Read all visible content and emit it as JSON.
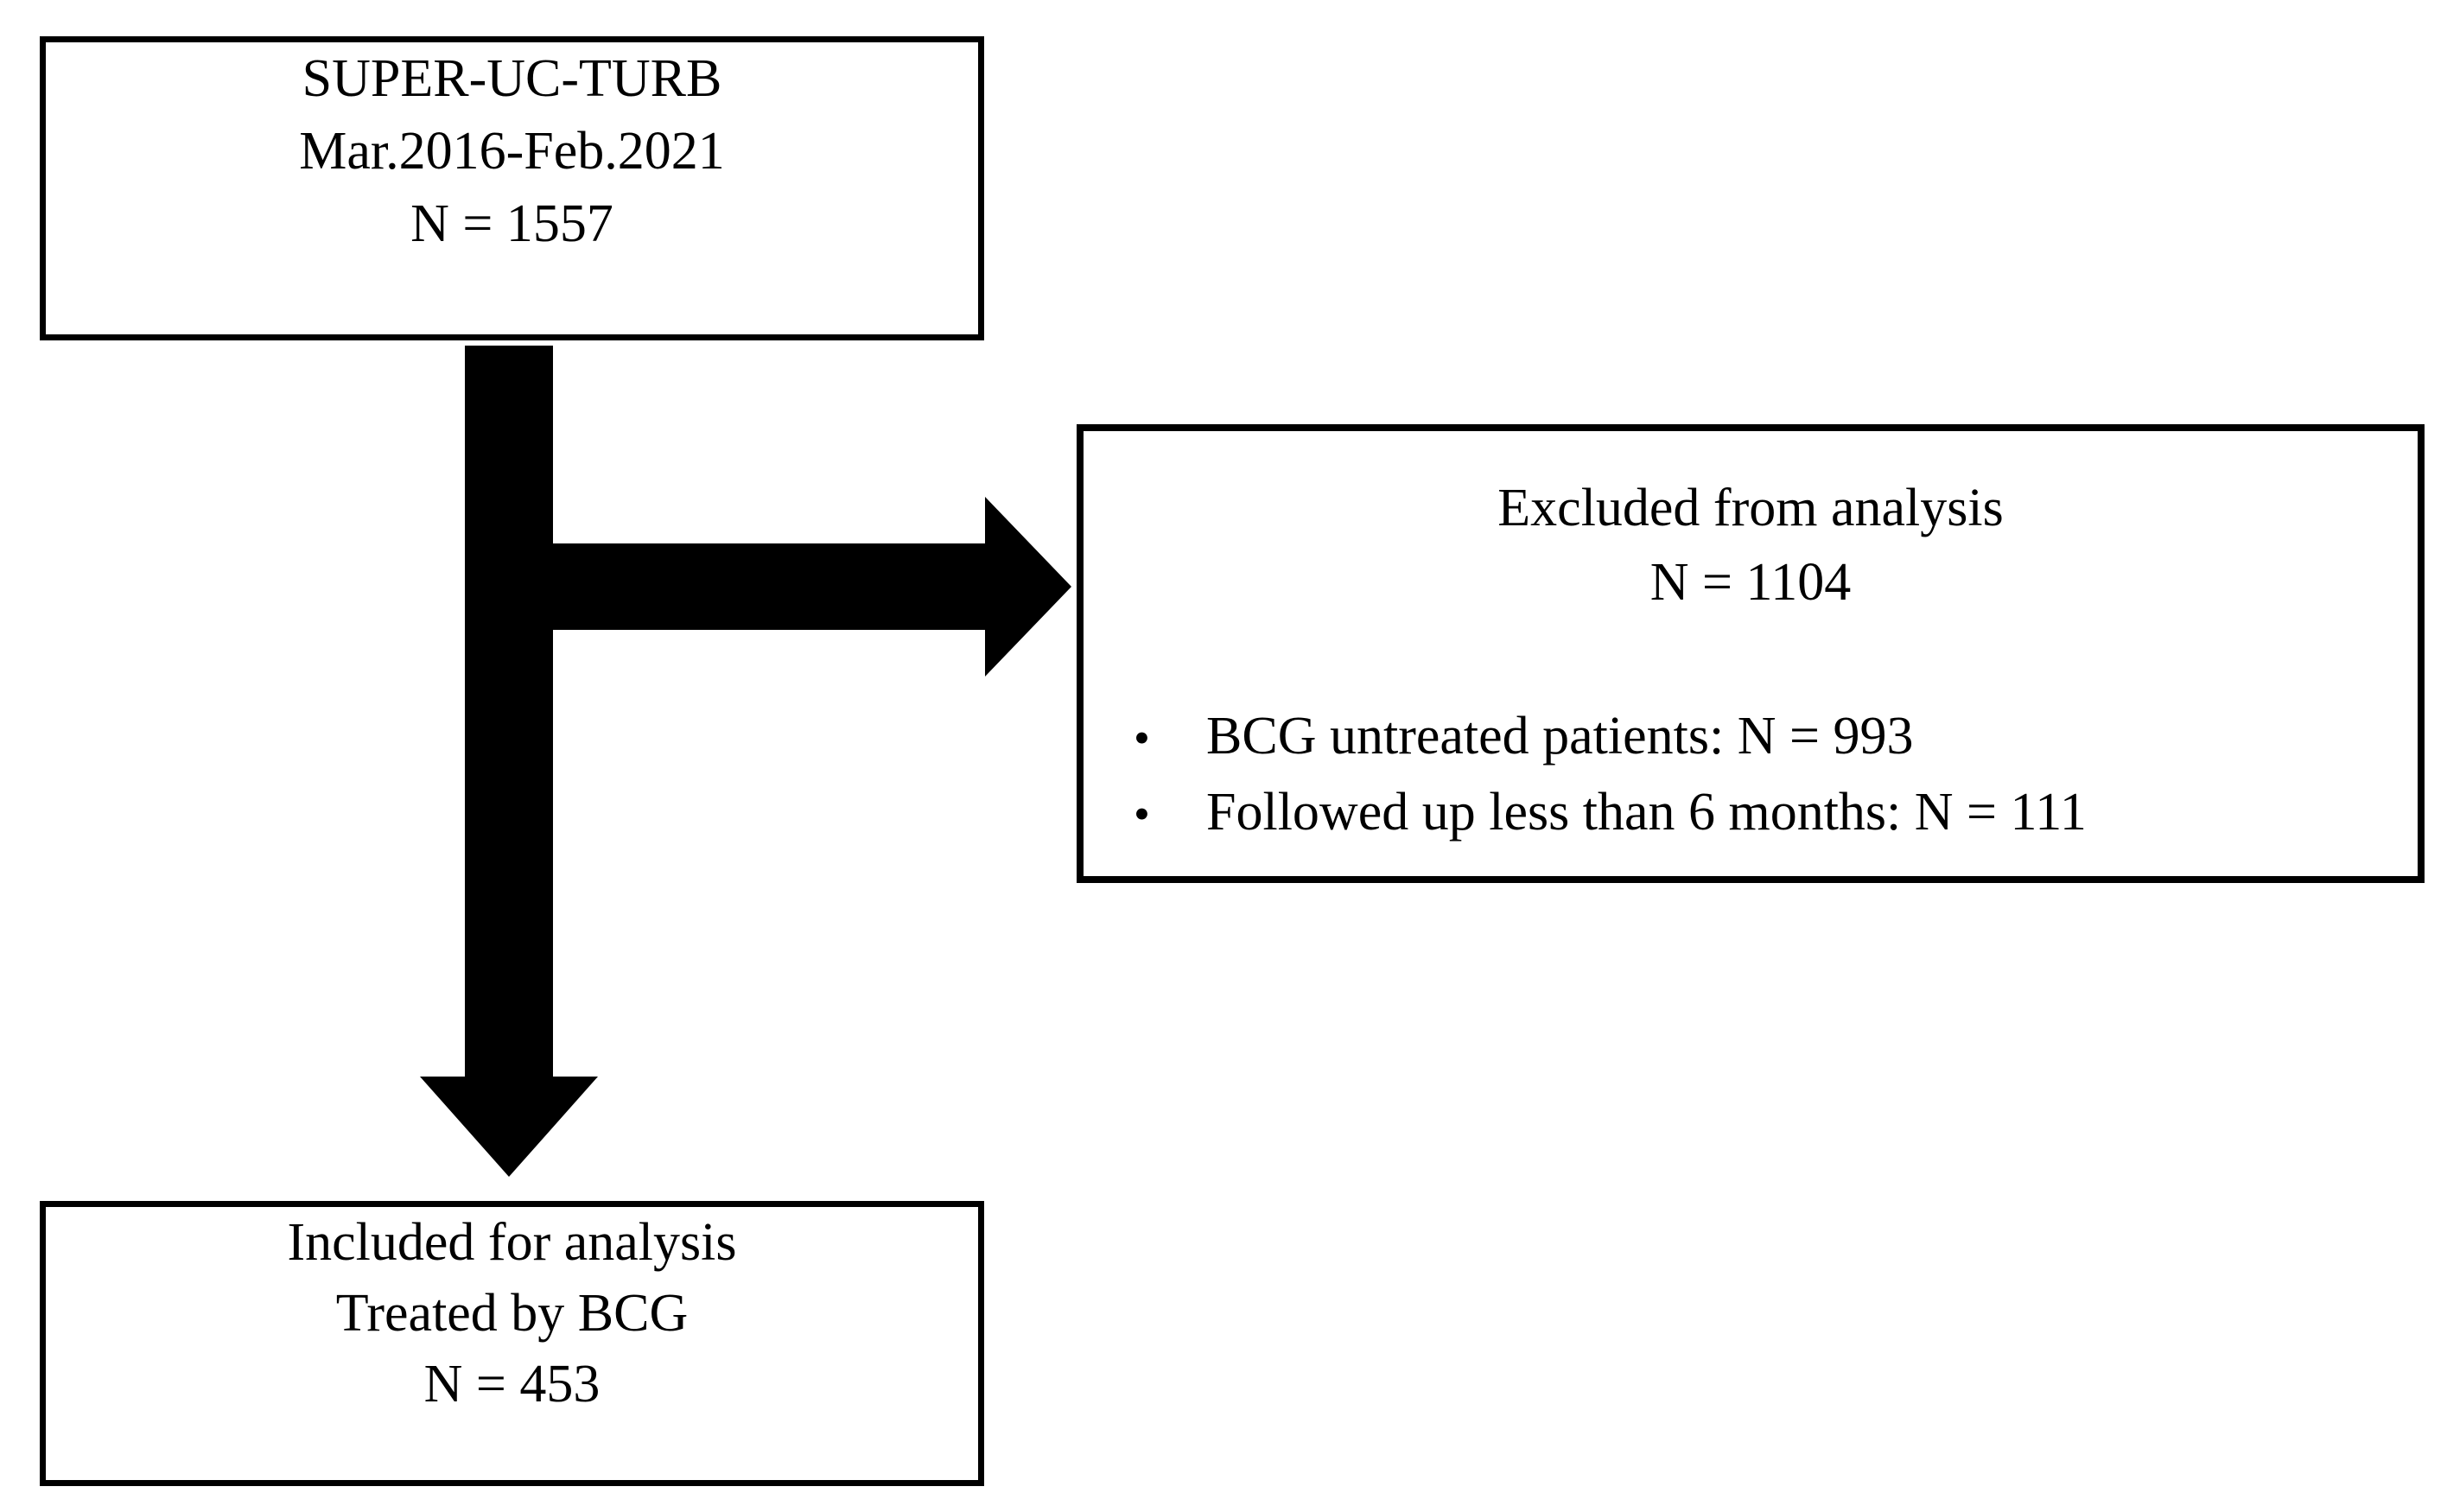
{
  "diagram": {
    "colors": {
      "ink": "#000000",
      "background": "#ffffff"
    },
    "top_box": {
      "title": "SUPER-UC-TURB",
      "period": "Mar.2016-Feb.2021",
      "count": "N = 1557"
    },
    "excluded_box": {
      "title": "Excluded from analysis",
      "count": "N = 1104",
      "bullet_glyph": "•",
      "bullets": [
        "BCG untreated patients: N = 993",
        "Followed up less than 6 months: N = 111"
      ]
    },
    "included_box": {
      "title": "Included for analysis",
      "subtitle": "Treated by BCG",
      "count": "N = 453"
    }
  }
}
